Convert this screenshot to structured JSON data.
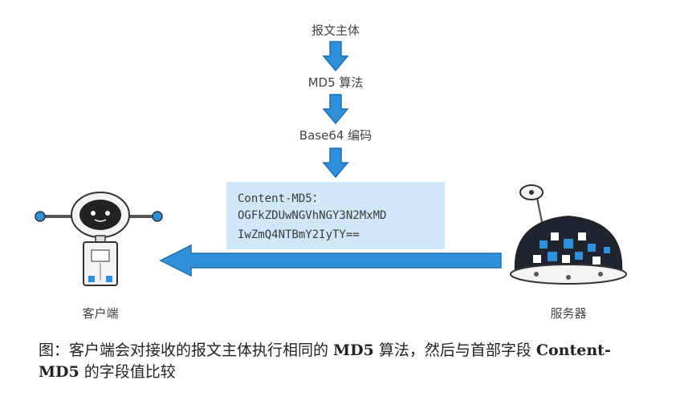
{
  "steps": [
    {
      "label": "报文主体"
    },
    {
      "label": "MD5 算法"
    },
    {
      "label": "Base64 编码"
    }
  ],
  "header": {
    "line1": "Content-MD5：",
    "line2": "OGFkZDUwNGVhNGY3N2MxMD",
    "line3": "IwZmQ4NTBmY2IyTY=="
  },
  "nodes": {
    "client": "客户端",
    "server": "服务器"
  },
  "caption": {
    "part1": "图：客户端会对接收的报文主体执行相同的 ",
    "bold1": "MD5",
    "part2": " 算法，然后与首部字段 ",
    "bold2": "Content-MD5",
    "part3": " 的字段值比较"
  },
  "colors": {
    "arrow": "#2f8fd8",
    "header_bg": "#cfe7f6"
  }
}
